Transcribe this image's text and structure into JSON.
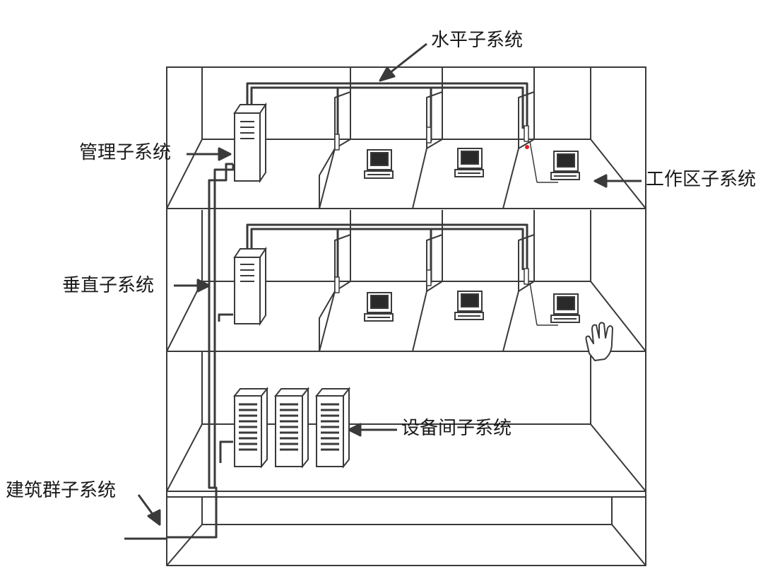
{
  "labels": {
    "horizontal": "水平子系统",
    "management": "管理子系统",
    "work_area": "工作区子系统",
    "vertical": "垂直子系统",
    "equipment_room": "设备间子系统",
    "campus": "建筑群子系统"
  },
  "colors": {
    "line": "#3a3a3a",
    "fill": "#ffffff",
    "screen": "#2a2a2a",
    "accent_dot": "#e02020"
  },
  "icons": {
    "cursor": "hand-pointer-icon",
    "computer": "computer-terminal-icon",
    "server": "server-rack-icon"
  }
}
